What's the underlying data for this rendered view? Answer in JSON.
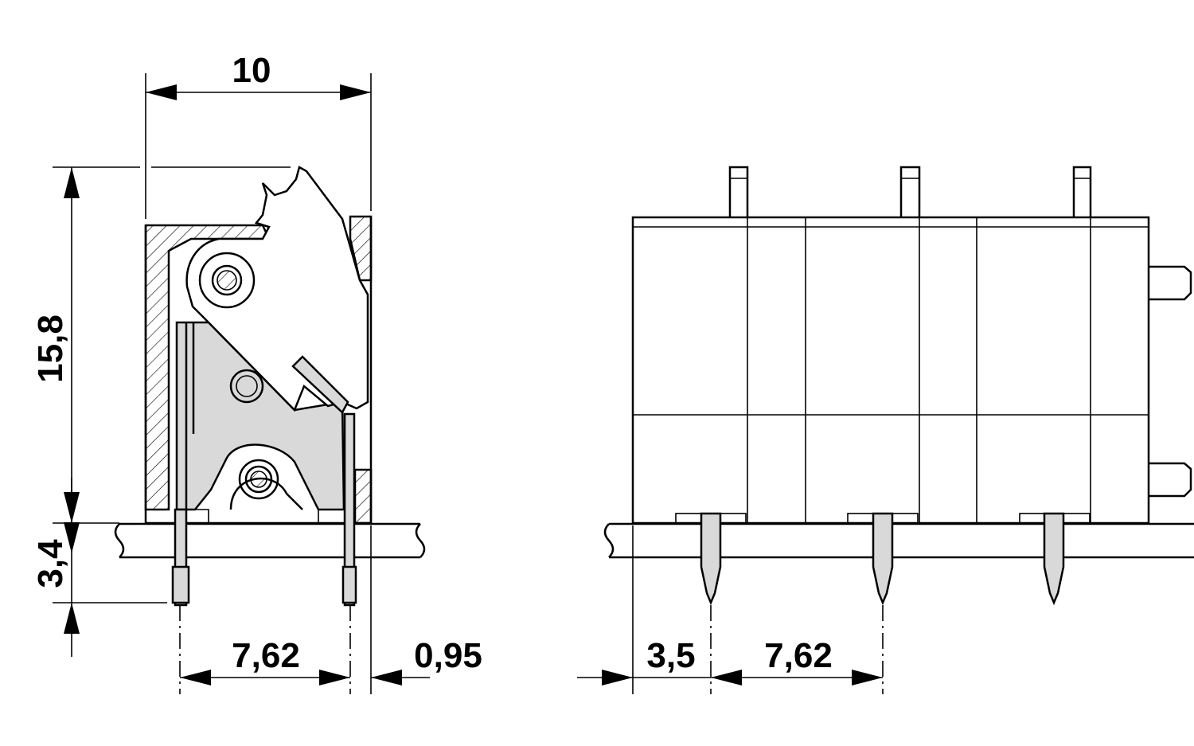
{
  "side_view": {
    "width_label": "10",
    "height_label": "15,8",
    "pin_length_label": "3,4",
    "pitch_label": "7,62",
    "offset_label": "0,95"
  },
  "front_view": {
    "edge_offset_label": "3,5",
    "pitch_label": "7,62"
  },
  "colors": {
    "line": "#000000",
    "fill_gray": "#d9d9d9",
    "background": "#ffffff"
  }
}
